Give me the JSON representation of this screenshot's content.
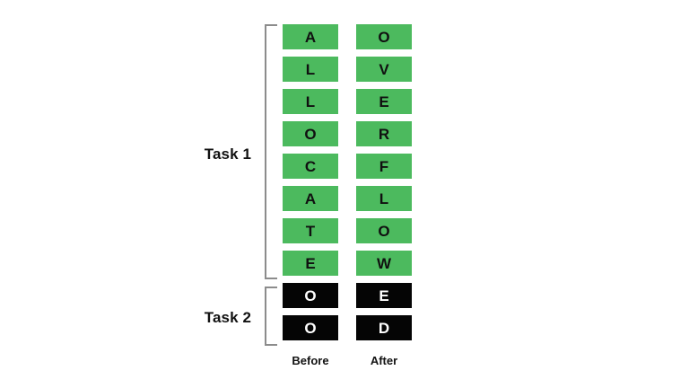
{
  "figure": {
    "background_color": "#ffffff",
    "green_color": "#4cba5e",
    "black_color": "#050505",
    "bracket_color": "#8c8c8c"
  },
  "groups": [
    {
      "id": "task-1",
      "label": "Task 1"
    },
    {
      "id": "task-2",
      "label": "Task 2"
    }
  ],
  "columns": [
    {
      "id": "before",
      "caption": "Before"
    },
    {
      "id": "after",
      "caption": "After"
    }
  ],
  "chart_data": {
    "type": "table",
    "title": "",
    "xlabel": "",
    "ylabel": "",
    "categories": [
      "Before",
      "After"
    ],
    "row_groups": [
      {
        "name": "Task 1",
        "style": "green",
        "rows": [
          {
            "before": "A",
            "after": "O"
          },
          {
            "before": "L",
            "after": "V"
          },
          {
            "before": "L",
            "after": "E"
          },
          {
            "before": "O",
            "after": "R"
          },
          {
            "before": "C",
            "after": "F"
          },
          {
            "before": "A",
            "after": "L"
          },
          {
            "before": "T",
            "after": "O"
          },
          {
            "before": "E",
            "after": "W"
          }
        ]
      },
      {
        "name": "Task 2",
        "style": "black",
        "rows": [
          {
            "before": "O",
            "after": "E"
          },
          {
            "before": "O",
            "after": "D"
          }
        ]
      }
    ]
  },
  "cells": {
    "before": [
      {
        "text": "A",
        "style": "green"
      },
      {
        "text": "L",
        "style": "green"
      },
      {
        "text": "L",
        "style": "green"
      },
      {
        "text": "O",
        "style": "green"
      },
      {
        "text": "C",
        "style": "green"
      },
      {
        "text": "A",
        "style": "green"
      },
      {
        "text": "T",
        "style": "green"
      },
      {
        "text": "E",
        "style": "green"
      },
      {
        "text": "O",
        "style": "black"
      },
      {
        "text": "O",
        "style": "black"
      }
    ],
    "after": [
      {
        "text": "O",
        "style": "green"
      },
      {
        "text": "V",
        "style": "green"
      },
      {
        "text": "E",
        "style": "green"
      },
      {
        "text": "R",
        "style": "green"
      },
      {
        "text": "F",
        "style": "green"
      },
      {
        "text": "L",
        "style": "green"
      },
      {
        "text": "O",
        "style": "green"
      },
      {
        "text": "W",
        "style": "green"
      },
      {
        "text": "E",
        "style": "black"
      },
      {
        "text": "D",
        "style": "black"
      }
    ]
  }
}
